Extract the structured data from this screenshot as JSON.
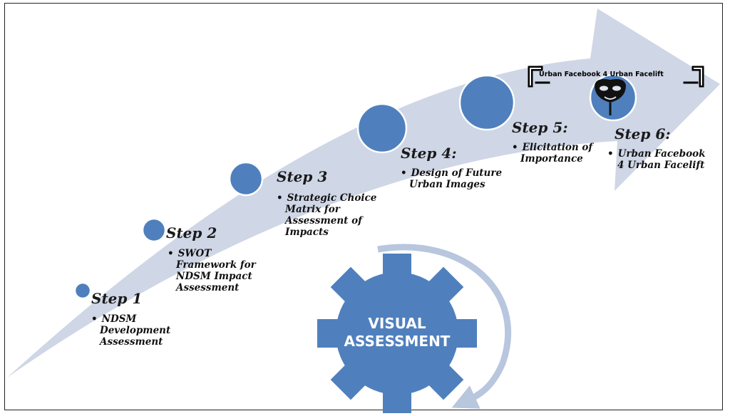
{
  "center": {
    "line1": "VISUAL",
    "line2": "ASSESSMENT"
  },
  "banner": {
    "text": "Urban Facebook 4 Urban Facelift"
  },
  "steps": [
    {
      "title": "Step 1",
      "lines": [
        "NDSM",
        "Development",
        "Assessment"
      ]
    },
    {
      "title": "Step 2",
      "lines": [
        "SWOT",
        "Framework for",
        "NDSM Impact",
        "Assessment"
      ]
    },
    {
      "title": "Step 3",
      "lines": [
        "Strategic Choice",
        "Matrix for",
        "Assessment of",
        "Impacts"
      ]
    },
    {
      "title": "Step 4:",
      "lines": [
        "Design of Future",
        "Urban Images"
      ]
    },
    {
      "title": "Step 5:",
      "lines": [
        "Elicitation of",
        "Importance"
      ]
    },
    {
      "title": "Step 6:",
      "lines": [
        "Urban Facebook",
        "4  Urban Facelift"
      ]
    }
  ],
  "colors": {
    "arrow": "#cfd6e6",
    "circle": "#4f80bd",
    "gear": "#4f80bd",
    "cycle_arrow": "#b8c6de"
  },
  "icons": [
    "mask-icon"
  ]
}
